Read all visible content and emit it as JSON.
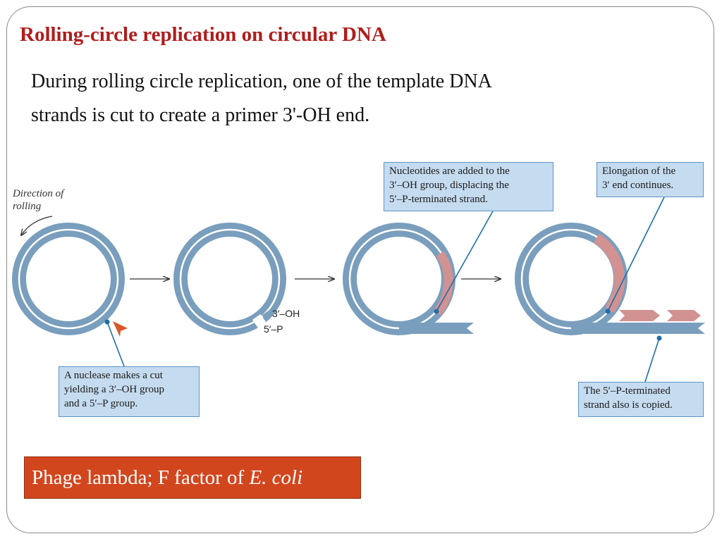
{
  "slide": {
    "title": "Rolling-circle replication on circular DNA",
    "body_lines": [
      "During rolling circle replication, one of the template DNA",
      "strands is cut to create a primer 3'-OH end."
    ]
  },
  "diagram": {
    "rolling_label": [
      "Direction of",
      "rolling"
    ],
    "oh_label": "3′–OH",
    "p_label": "5′–P",
    "callouts": {
      "nuclease": [
        "A nuclease makes a cut",
        "yielding a 3′–OH group",
        "and a 5′–P group."
      ],
      "nucleotides": [
        "Nucleotides are added to the",
        "3′–OH group, displacing the",
        "5′–P-terminated strand."
      ],
      "elongation": [
        "Elongation of the",
        "3′ end continues."
      ],
      "copied": [
        "The 5′–P-terminated",
        "strand also is copied."
      ]
    },
    "colors": {
      "dna_strand": "#7a9ebd",
      "new_strand": "#d29292",
      "callout_fill": "#c5dbef",
      "callout_border": "#5b95c7",
      "pointer": "#1c6fa8",
      "cut_marker": "#d8572a"
    }
  },
  "banner": {
    "text": "Phage lambda; F factor of ",
    "species": "E. coli"
  }
}
